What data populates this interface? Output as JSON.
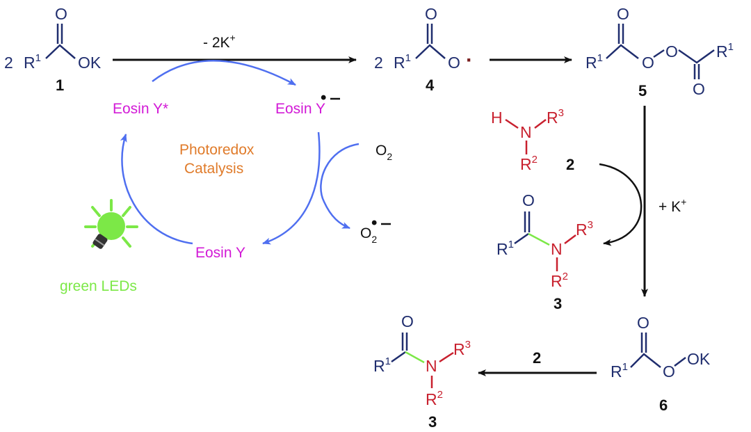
{
  "compounds": {
    "c1": {
      "coef": "2",
      "r_group": "R",
      "r_sup": "1",
      "o_atom": "O",
      "ok": "OK",
      "label": "1"
    },
    "c4": {
      "coef": "2",
      "r_group": "R",
      "r_sup": "1",
      "o_atom": "O",
      "radical": "·",
      "label": "4"
    },
    "c5": {
      "r_group": "R",
      "r_sup": "1",
      "o_atom": "O",
      "label": "5"
    },
    "c2": {
      "h_atom": "H",
      "n_atom": "N",
      "r_group": "R",
      "r3_sup": "3",
      "r2_sup": "2",
      "label": "2"
    },
    "c3_mid": {
      "o_atom": "O",
      "r_group": "R",
      "r1_sup": "1",
      "n_atom": "N",
      "r3_sup": "3",
      "r2_sup": "2",
      "label": "3"
    },
    "c6": {
      "r_group": "R",
      "r_sup": "1",
      "o_atom": "O",
      "ok": "OK",
      "label": "6"
    },
    "c3_bottom": {
      "o_atom": "O",
      "r_group": "R",
      "r1_sup": "1",
      "n_atom": "N",
      "r3_sup": "3",
      "r2_sup": "2",
      "label": "3"
    }
  },
  "arrows": {
    "top_label": "- 2K",
    "top_label_sup": "+",
    "right_label": "+ K",
    "right_label_sup": "+",
    "bottom_label": "2"
  },
  "cycle": {
    "species_excited": "Eosin Y*",
    "species_radical": "Eosin Y",
    "species_ground": "Eosin Y",
    "center_line1": "Photoredox",
    "center_line2": "Catalysis",
    "o2": "O",
    "o2_sub": "2",
    "superoxide": "O",
    "superoxide_sub": "2",
    "light_label": "green LEDs"
  },
  "colors": {
    "structure": "#1f2d6e",
    "amine": "#c8202e",
    "eosin": "#d21ad6",
    "cycle_arrow": "#4f6ff0",
    "catalysis_text": "#e07b2a",
    "led": "#7ce847",
    "new_bond": "#7ce847"
  }
}
